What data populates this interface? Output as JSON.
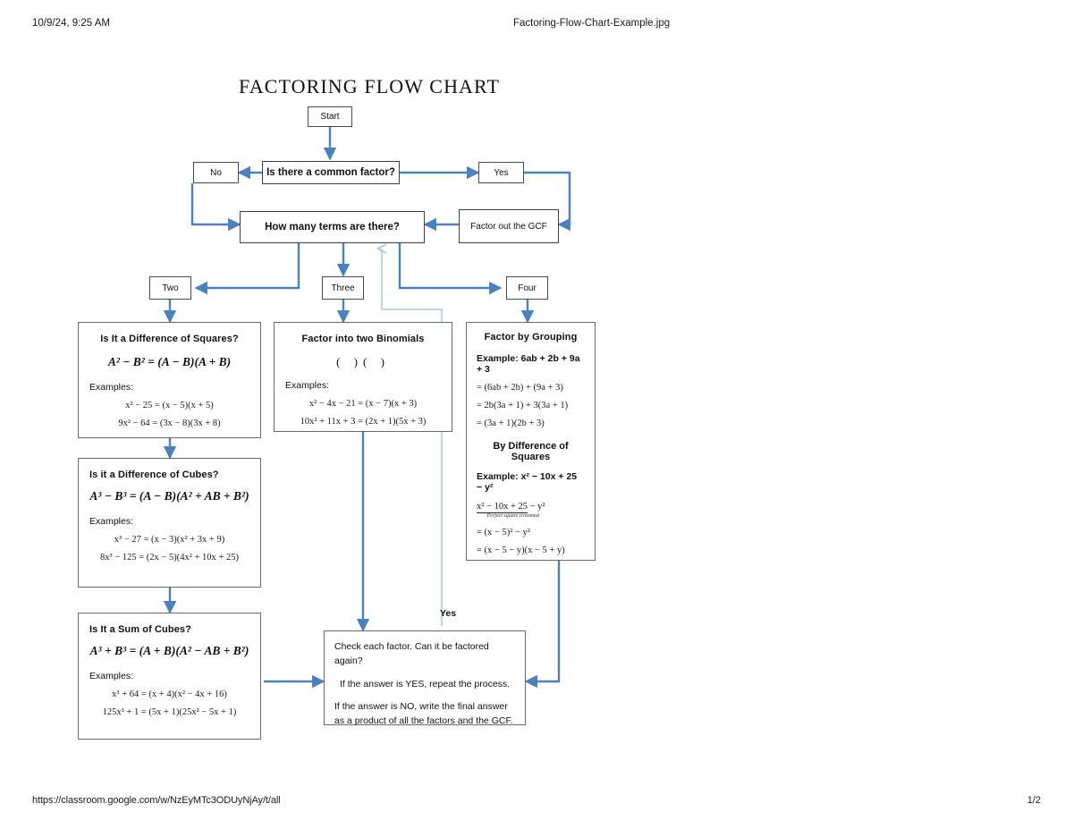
{
  "print": {
    "date_time": "10/9/24, 9:25 AM",
    "document_name": "Factoring-Flow-Chart-Example.jpg",
    "url": "https://classroom.google.com/w/NzEyMTc3ODUyNjAy/t/all",
    "page_number": "1/2"
  },
  "chart": {
    "title": "FACTORING FLOW CHART",
    "accent_color": "#4a81bf",
    "light_accent_color": "#a8c6e5",
    "border_color": "#3f3f3f",
    "nodes": {
      "start": "Start",
      "common_factor_question": "Is there a common factor?",
      "no": "No",
      "yes": "Yes",
      "factor_out_gcf": "Factor out the GCF",
      "how_many_terms": "How many terms are there?",
      "two": "Two",
      "three": "Three",
      "four": "Four"
    },
    "edge_labels": {
      "yes_loop": "Yes"
    },
    "panels": {
      "difference_of_squares": {
        "title": "Is It a Difference of Squares?",
        "formula": "A² − B² = (A − B)(A + B)",
        "examples_label": "Examples:",
        "examples": [
          "x² − 25 = (x − 5)(x + 5)",
          "9x² − 64 = (3x − 8)(3x + 8)"
        ]
      },
      "difference_of_cubes": {
        "title": "Is it a Difference of Cubes?",
        "formula": "A³ − B³ = (A − B)(A² + AB + B²)",
        "examples_label": "Examples:",
        "examples": [
          "x³ − 27 = (x − 3)(x² + 3x + 9)",
          "8x³ − 125 = (2x − 5)(4x² + 10x + 25)"
        ]
      },
      "sum_of_cubes": {
        "title": "Is It a Sum of Cubes?",
        "formula": "A³ + B³ = (A + B)(A² − AB + B²)",
        "examples_label": "Examples:",
        "examples": [
          "x³ + 64 = (x + 4)(x² − 4x + 16)",
          "125x³ + 1 = (5x + 1)(25x² − 5x + 1)"
        ]
      },
      "two_binomials": {
        "title": "Factor into two Binomials",
        "slot": "( )( )",
        "examples_label": "Examples:",
        "examples": [
          "x² − 4x − 21 = (x − 7)(x + 3)",
          "10x² + 11x + 3 = (2x + 1)(5x + 3)"
        ]
      },
      "factor_by_grouping": {
        "title": "Factor by Grouping",
        "example_line": "Example: 6ab + 2b + 9a + 3",
        "steps": [
          "= (6ab + 2b) + (9a + 3)",
          "= 2b(3a + 1) + 3(3a + 1)",
          "= (3a + 1)(2b + 3)"
        ],
        "subtitle": "By Difference of Squares",
        "example_line2": "Example: x² − 10x + 25 − y²",
        "brace_expression": "x² − 10x + 25",
        "brace_tail": " − y²",
        "brace_label": "Perfect square trinomial",
        "steps2": [
          "= (x − 5)² − y²",
          "= (x − 5 − y)(x − 5 + y)"
        ]
      },
      "check_each_factor": {
        "line1": "Check each factor.  Can it be factored again?",
        "line2": "If the answer is YES, repeat the process.",
        "line3": "If the answer is NO, write the final answer as a product of all the factors and the GCF."
      }
    }
  }
}
